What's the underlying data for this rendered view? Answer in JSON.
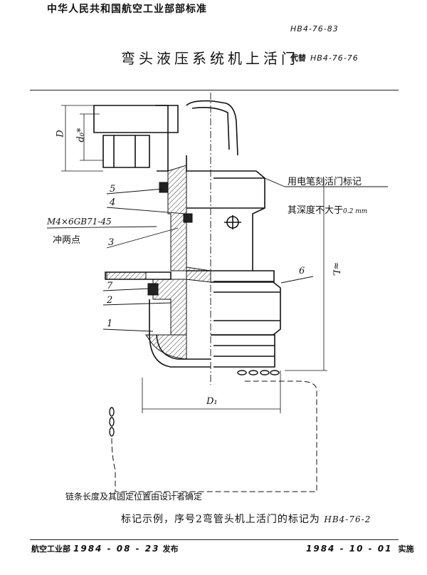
{
  "header": {
    "organization": "中华人民共和国航空工业部部标准",
    "standard_code": "HB4-76-83",
    "title": "弯头液压系统机上活门",
    "replaces_prefix": "代替",
    "replaces_code": "HB4-76-76"
  },
  "drawing": {
    "dim_D": "D",
    "dim_d0": "d₀*",
    "dim_D1": "D₁",
    "dim_L": "≈L",
    "part_labels": [
      "5",
      "4",
      "3",
      "7",
      "2",
      "1",
      "6"
    ],
    "screw_spec": "M4×6GB71-45",
    "punch_note": "冲两点",
    "engrave_note_line1": "用电笔刻活门标记",
    "engrave_note_line2": "其深度不大于",
    "engrave_depth": "0.2 mm",
    "chain_note": "链条长度及其固定位置由设计者确定"
  },
  "example": {
    "text": "标记示例，序号2弯管头机上活门的标记为",
    "code": "HB4-76-2"
  },
  "footer": {
    "issuer": "航空工业部",
    "issue_date": "1984 - 08 - 23",
    "issue_word": "发布",
    "effective_date": "1984 - 10 - 01",
    "effective_word": "实施"
  }
}
